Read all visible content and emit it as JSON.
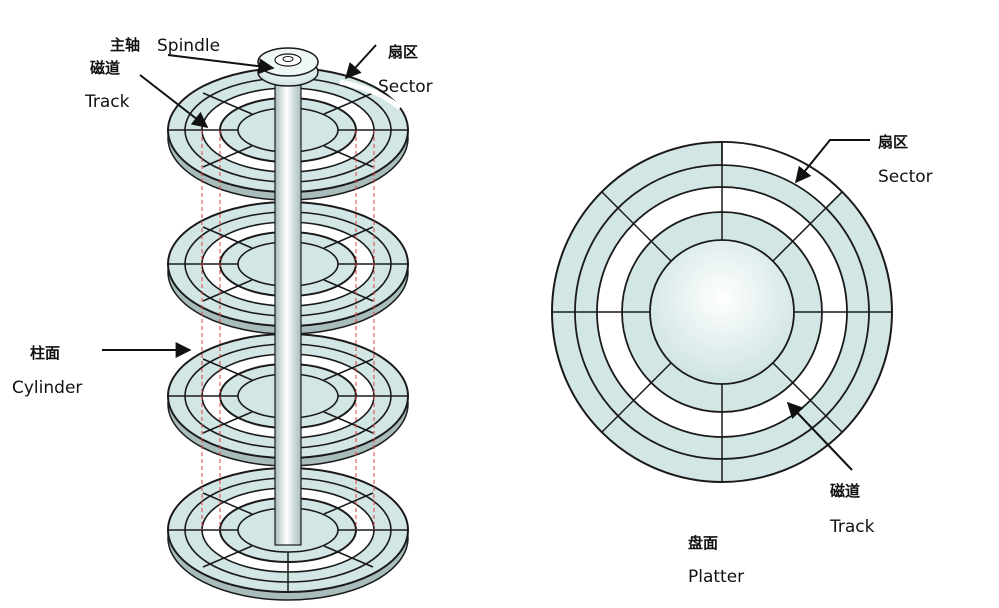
{
  "labels": {
    "spindle_cn": "主轴",
    "spindle_en": "Spindle",
    "sector_cn_left": "扇区",
    "sector_en_left": "Sector",
    "track_cn_left": "磁道",
    "track_en_left": "Track",
    "cylinder_cn": "柱面",
    "cylinder_en": "Cylinder",
    "sector_cn_right": "扇区",
    "sector_en_right": "Sector",
    "track_cn_right": "磁道",
    "track_en_right": "Track",
    "platter_cn": "盘面",
    "platter_en": "Platter"
  },
  "colors": {
    "platter_face": "#d3e6e6",
    "platter_edge": "#a9bcbc",
    "cylinder_guide": "#e04040",
    "outline": "#1a1a1a"
  }
}
